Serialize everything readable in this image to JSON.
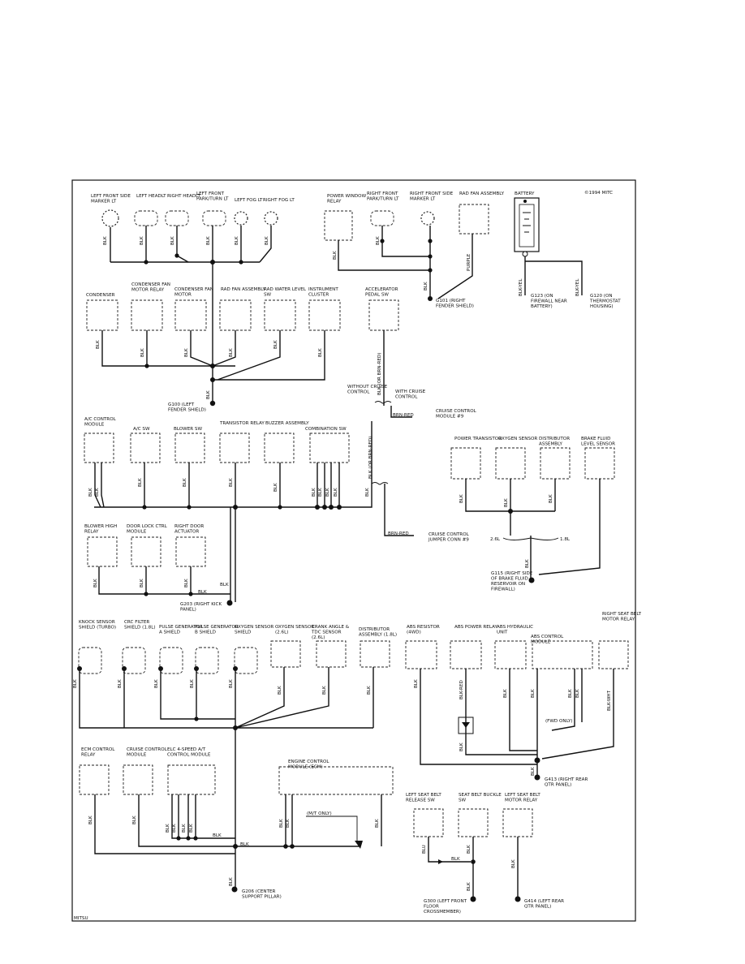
{
  "copyright": "©1994 MITC",
  "corner_code": "MITSU",
  "components": {
    "lf_side_marker": "LEFT FRONT SIDE MARKER LT",
    "left_headlt": "LEFT HEADLT",
    "right_headlt": "RIGHT HEADLT",
    "lf_park_turn": "LEFT FRONT PARK/TURN LT",
    "left_fog": "LEFT FOG LT",
    "right_fog": "RIGHT FOG LT",
    "power_window_relay": "POWER WINDOW RELAY",
    "rf_park_turn": "RIGHT FRONT PARK/TURN LT",
    "rf_side_marker": "RIGHT FRONT SIDE MARKER LT",
    "rad_fan_assembly": "RAD FAN ASSEMBLY",
    "battery": "BATTERY",
    "condenser": "CONDENSER",
    "cond_fan_motor_relay": "CONDENSER FAN MOTOR RELAY",
    "cond_fan_motor": "CONDENSER FAN MOTOR",
    "rad_fan_assy2": "RAD FAN ASSEMBLY",
    "rad_water_level": "RAD WATER LEVEL SW",
    "instrument_cluster": "INSTRUMENT CLUSTER",
    "accel_pedal_sw": "ACCELERATOR PEDAL SW",
    "ac_control_module": "A/C CONTROL MODULE",
    "ac_sw": "A/C SW",
    "blower_sw": "BLOWER SW",
    "transistor_relay": "TRANSISTOR RELAY",
    "buzzer_assembly": "BUZZER ASSEMBLY",
    "combination_sw": "COMBINATION SW",
    "power_transistor": "POWER TRANSISTOR",
    "oxygen_sensor_top": "OXYGEN SENSOR",
    "distributor_assembly": "DISTRIBUTOR ASSEMBLY",
    "brake_fluid_sensor": "BRAKE FLUID LEVEL SENSOR",
    "blower_high_relay": "BLOWER HIGH RELAY",
    "door_lock_module": "DOOR LOCK CTRL MODULE",
    "right_door_actuator": "RIGHT DOOR ACTUATOR",
    "knock_sensor_shield": "KNOCK SENSOR SHIELD (TURBO)",
    "crc_filter_shield": "CRC FILTER SHIELD (1.8L)",
    "pulse_gen_a": "PULSE GENERATOR A SHIELD",
    "pulse_gen_b": "PULSE GENERATOR B SHIELD",
    "oxygen_sensor_shield": "OXYGEN SENSOR SHIELD",
    "oxygen_sensor_2_6": "OXYGEN SENSOR (2.6L)",
    "crank_angle": "CRANK ANGLE & TDC SENSOR (2.6L)",
    "distributor_18": "DISTRIBUTOR ASSEMBLY (1.8L)",
    "abs_resistor": "ABS RESISTOR (4WD)",
    "abs_power_relay": "ABS POWER RELAY",
    "abs_hydraulic": "ABS HYDRAULIC UNIT",
    "abs_control_module": "ABS CONTROL MODULE",
    "right_seat_belt_relay": "RIGHT SEAT BELT MOTOR RELAY",
    "ecm_control_relay": "ECM CONTROL RELAY",
    "cruise_control_module": "CRUISE CONTROL MODULE",
    "elc_at_module": "ELC 4-SPEED A/T CONTROL MODULE",
    "ecm": "ENGINE CONTROL MODULE (ECM)",
    "left_seat_belt_release": "LEFT SEAT BELT RELEASE SW",
    "seat_belt_buckle": "SEAT BELT BUCKLE SW",
    "left_seat_belt_relay": "LEFT SEAT BELT MOTOR RELAY"
  },
  "grounds": {
    "g101": "G101 (RIGHT FENDER SHIELD)",
    "g123": "G123 (ON FIREWALL NEAR BATTERY)",
    "g120": "G120 (ON THERMOSTAT HOUSING)",
    "g100": "G100 (LEFT FENDER SHIELD)",
    "g115": "G115 (RIGHT SIDE OF BRAKE FLUID RESERVOIR ON FIREWALL)",
    "g203": "G203 (RIGHT KICK PANEL)",
    "g413": "G413 (RIGHT REAR QTR PANEL)",
    "g206": "G206 (CENTER SUPPORT PILLAR)",
    "g300": "G300 (LEFT FRONT FLOOR CROSSMEMBER)",
    "g414": "G414 (LEFT REAR QTR PANEL)"
  },
  "notes": {
    "without_cruise": "WITHOUT CRUISE CONTROL",
    "with_cruise": "WITH CRUISE CONTROL",
    "cruise_module_ref": "CRUISE CONTROL MODULE #9",
    "cruise_jumper_ref": "CRUISE CONTROL JUMPER CONN #9",
    "brn_red": "BRN-RED",
    "fwd_only": "(FWD ONLY)",
    "mt_only": "(M/T ONLY)",
    "l26": "2.6L",
    "l18": "1.8L"
  },
  "wires": {
    "blk": "BLK",
    "blk_yel": "BLK-YEL",
    "purple": "PURPLE",
    "blk_brn_red": "BLK (OR BRN-RED)",
    "blk_red": "BLK-RED",
    "blk_wht": "BLK-WHT",
    "blu": "BLU"
  }
}
